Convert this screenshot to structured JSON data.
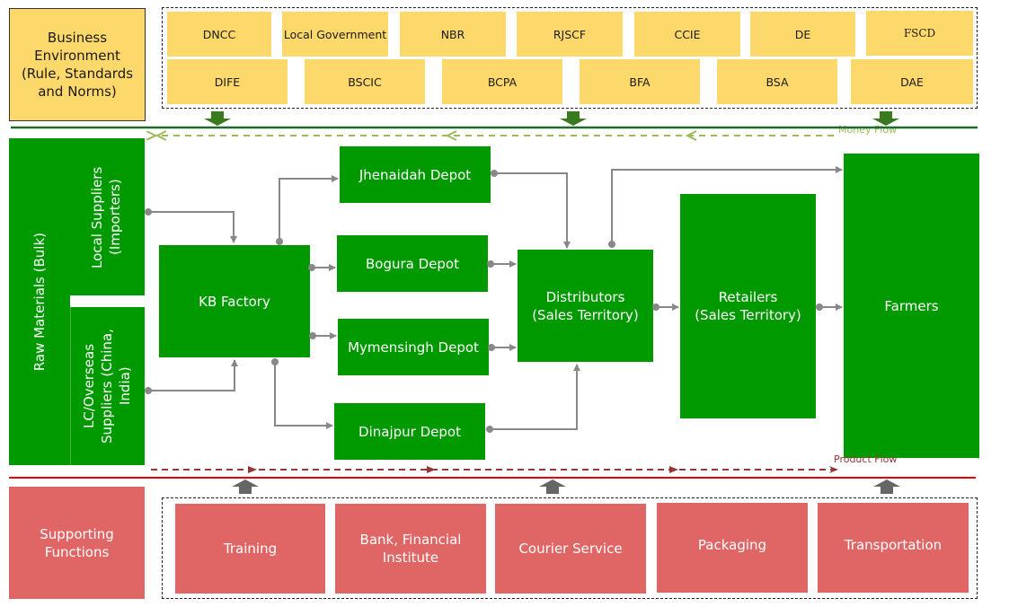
{
  "business_environment": {
    "title": "Business Environment (Rule, Standards and Norms)",
    "row1": [
      "DNCC",
      "Local Government",
      "NBR",
      "RJSCF",
      "CCIE",
      "DE",
      "FSCD"
    ],
    "row2": [
      "DIFE",
      "BSCIC",
      "BCPA",
      "BFA",
      "BSA",
      "DAE"
    ]
  },
  "money_flow": {
    "label": "Money Flow",
    "color": "#9bbb59",
    "line_color": "#1e6b2e"
  },
  "product_flow": {
    "label": "Product Flow",
    "color": "#953735",
    "line_color": "#ee0000"
  },
  "nodes": {
    "raw_materials": "Raw Materials (Bulk)",
    "local_suppliers": "Local Suppliers (Importers)",
    "overseas_suppliers": "LC/Overseas Suppliers (China, India)",
    "factory": "KB Factory",
    "depot_jhenaidah": "Jhenaidah Depot",
    "depot_bogura": "Bogura Depot",
    "depot_mymensingh": "Mymensingh Depot",
    "depot_dinajpur": "Dinajpur Depot",
    "distributors_1": "Distributors",
    "distributors_2": "(Sales Territory)",
    "retailers_1": "Retailers",
    "retailers_2": "(Sales Territory)",
    "farmers": "Farmers"
  },
  "supporting": {
    "title": "Supporting Functions",
    "items": [
      "Training",
      "Bank, Financial Institute",
      "Courier Service",
      "Packaging",
      "Transportation"
    ]
  },
  "colors": {
    "node_green": "#009900",
    "env_yellow": "#fdd86a",
    "support_red": "#e06666",
    "connector_gray": "#888888"
  }
}
